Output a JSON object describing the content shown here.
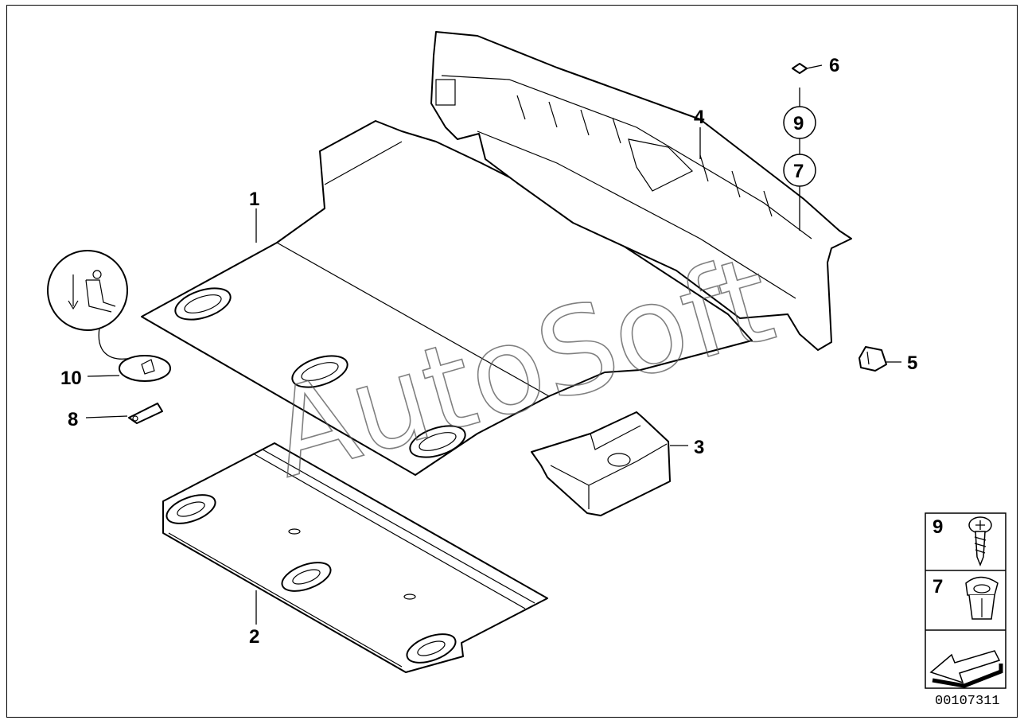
{
  "callouts": [
    {
      "number": "1",
      "part": "floor-covering"
    },
    {
      "number": "2",
      "part": "luggage-compartment-floor-panel"
    },
    {
      "number": "3",
      "part": "support-bracket"
    },
    {
      "number": "4",
      "part": "loading-sill-trim"
    },
    {
      "number": "5",
      "part": "clip"
    },
    {
      "number": "6",
      "part": "small-nut"
    },
    {
      "number": "7",
      "part": "expanding-nut-ref"
    },
    {
      "number": "8",
      "part": "hook"
    },
    {
      "number": "9",
      "part": "screw-ref"
    },
    {
      "number": "10",
      "part": "cover-cap"
    }
  ],
  "legend": [
    {
      "number": "9",
      "icon": "screw-icon"
    },
    {
      "number": "7",
      "icon": "expanding-nut-icon"
    },
    {
      "number": "",
      "icon": "arrow-left-icon"
    }
  ],
  "watermark": "AutoSoft",
  "diagram_code": "00107311"
}
